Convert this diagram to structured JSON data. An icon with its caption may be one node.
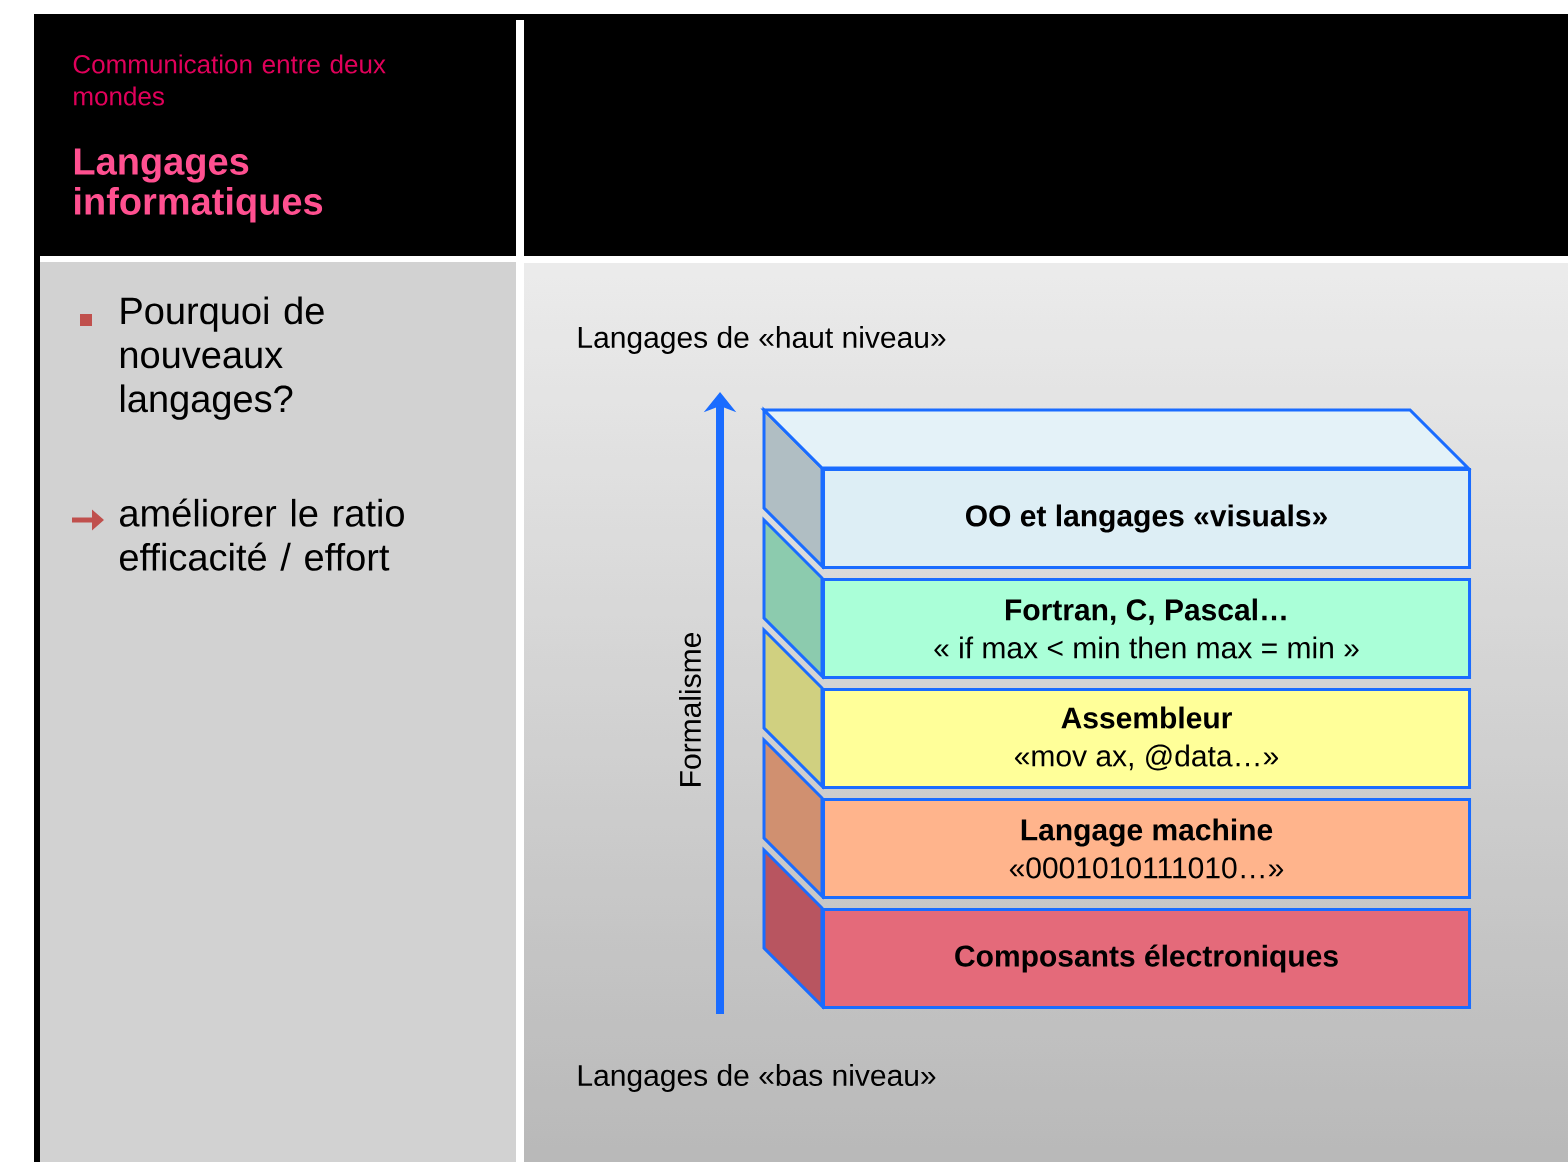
{
  "diagram": {
    "title": "Langages informatiques",
    "nodes": [
      {
        "text": [
          "OO et langages «visuals»"
        ]
      },
      {
        "text": [
          "Fortran, C, Pascal…",
          "« if max < min then max = min »"
        ]
      },
      {
        "text": [
          "Assembleur",
          "«mov ax, @data…»"
        ]
      },
      {
        "text": [
          "Langage machine",
          "«0001010111010…»"
        ]
      },
      {
        "text": [
          "Composants électroniques"
        ]
      }
    ],
    "labels": [
      "Communication entre deux mondes",
      "Pourquoi de nouveaux langages?",
      "améliorer le ratio efficacité / effort",
      "Langages de «haut niveau»",
      "Formalisme",
      "Langages de «bas niveau»"
    ]
  }
}
